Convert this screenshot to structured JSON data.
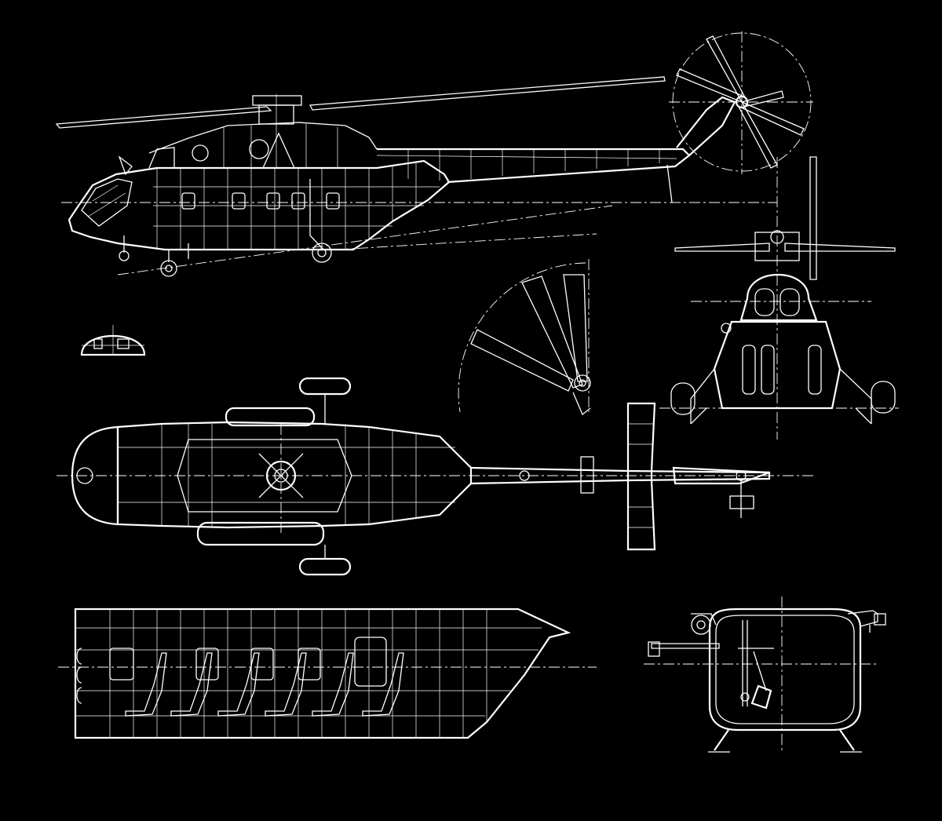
{
  "drawing": {
    "stroke_color": "#ffffff",
    "background_color": "#000000",
    "views": [
      "side-view",
      "front-view",
      "top-view",
      "tail-rotor-detail",
      "canopy-section",
      "cabin-section",
      "fuselage-cross-section"
    ]
  }
}
